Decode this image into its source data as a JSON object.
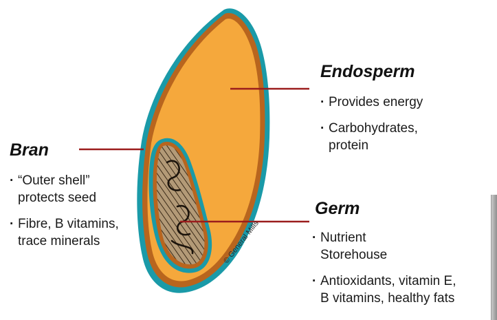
{
  "colors": {
    "endosperm": "#f5a83c",
    "bran_outline_outer": "#1a9aa8",
    "bran_outline_inner": "#b8651e",
    "germ_fill": "#b39a77",
    "leader_line": "#9b1c1c",
    "text": "#111111"
  },
  "labels": {
    "endosperm": {
      "title": "Endosperm",
      "bullets": [
        "Provides energy",
        "Carbohydrates,\nprotein"
      ]
    },
    "bran": {
      "title": "Bran",
      "bullets": [
        "“Outer shell”\nprotects seed",
        "Fibre, B vitamins,\ntrace minerals"
      ]
    },
    "germ": {
      "title": "Germ",
      "bullets": [
        "Nutrient\nStorehouse",
        "Antioxidants, vitamin E,\nB vitamins, healthy fats"
      ]
    }
  },
  "copyright": "© General Mills"
}
